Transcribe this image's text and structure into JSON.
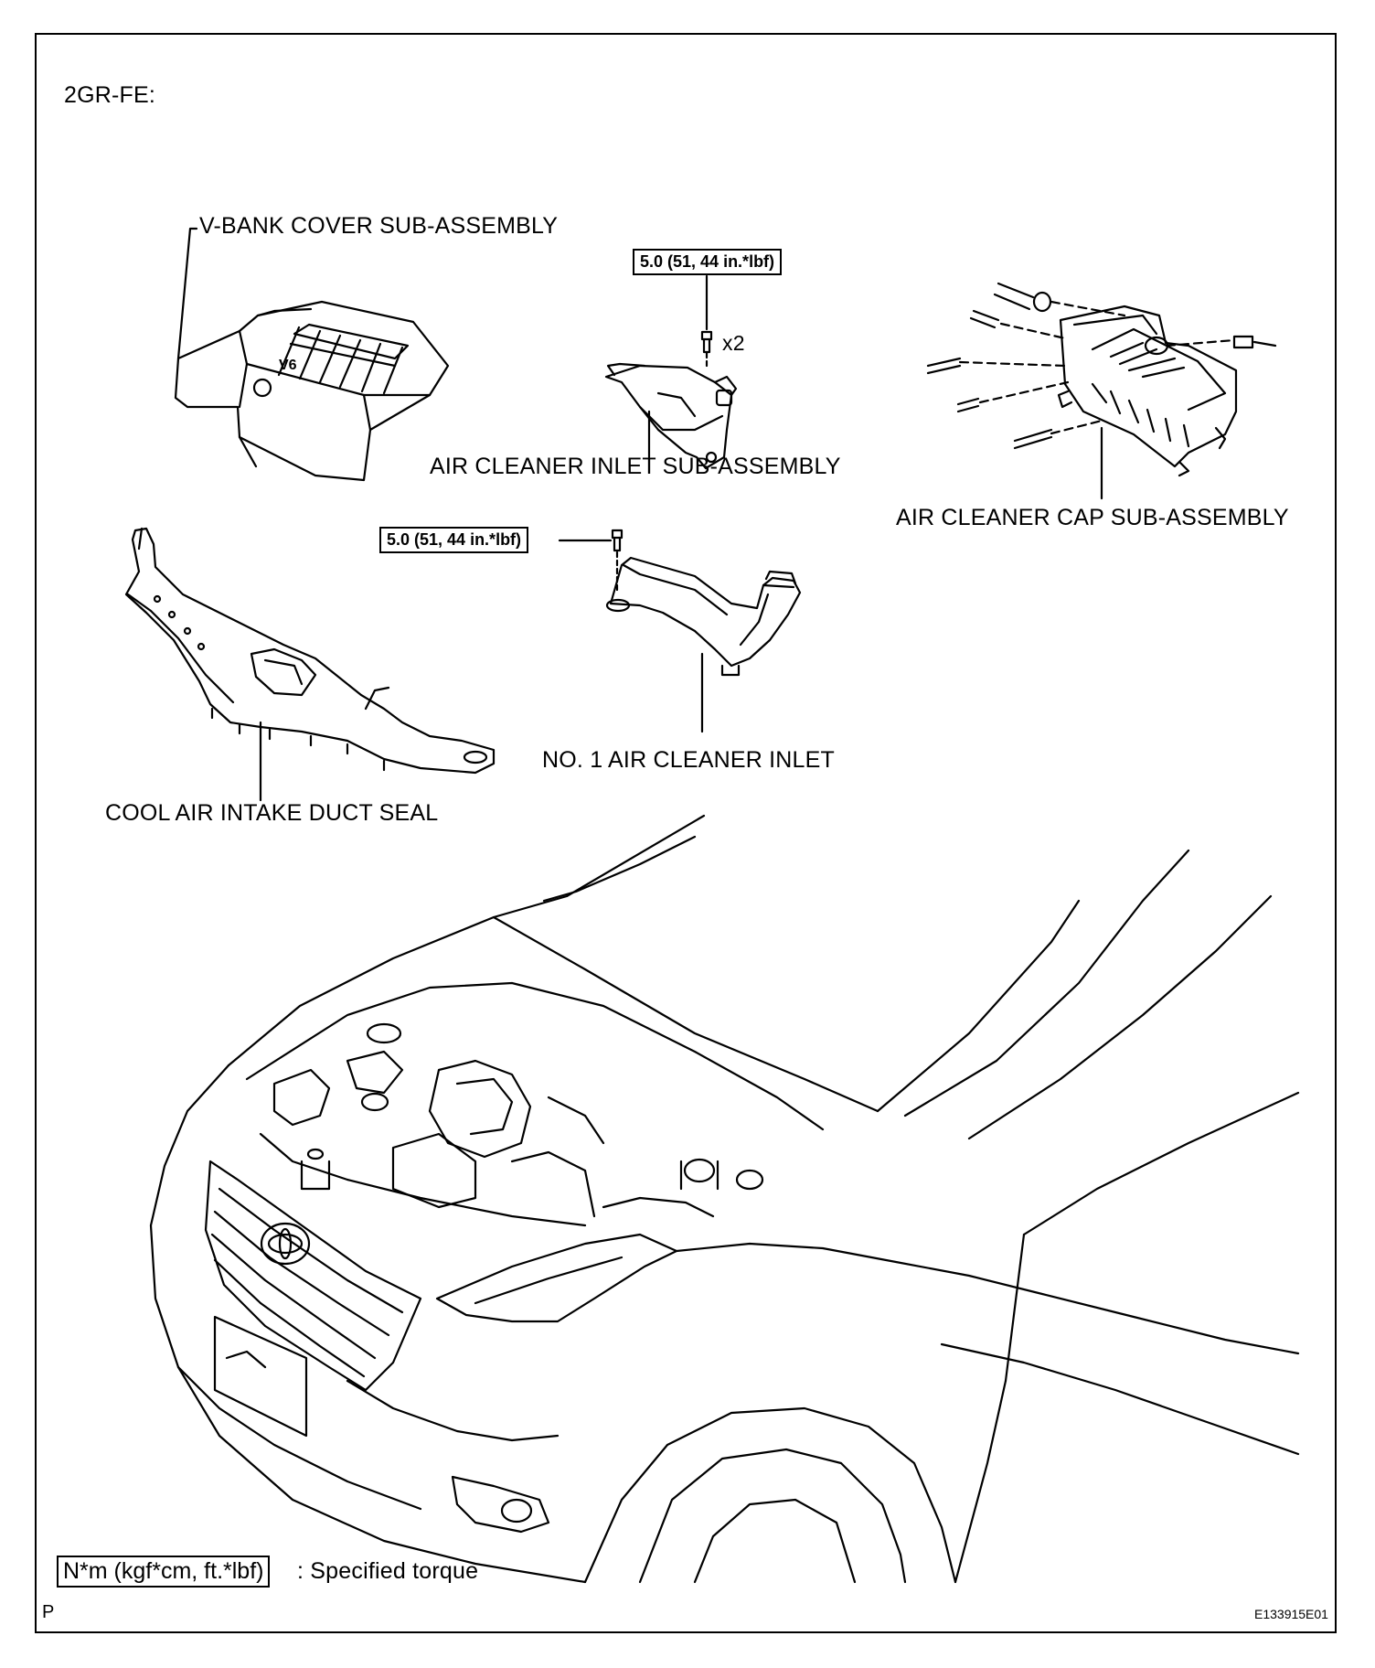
{
  "engine_label": "2GR-FE:",
  "parts": {
    "v_bank_cover": "V-BANK COVER SUB-ASSEMBLY",
    "air_cleaner_inlet_sub": "AIR CLEANER INLET SUB-ASSEMBLY",
    "air_cleaner_cap": "AIR CLEANER CAP SUB-ASSEMBLY",
    "no1_air_cleaner_inlet": "NO. 1 AIR CLEANER INLET",
    "cool_air_intake_duct_seal": "COOL AIR INTAKE DUCT SEAL"
  },
  "torque": {
    "inlet_sub": "5.0 (51, 44 in.*lbf)",
    "no1_inlet": "5.0 (51, 44 in.*lbf)"
  },
  "qty_x2": "x2",
  "v6_badge": "V6",
  "legend": {
    "box": "N*m (kgf*cm, ft.*lbf)",
    "text": ": Specified torque"
  },
  "corner_letter": "P",
  "figure_code": "E133915E01"
}
